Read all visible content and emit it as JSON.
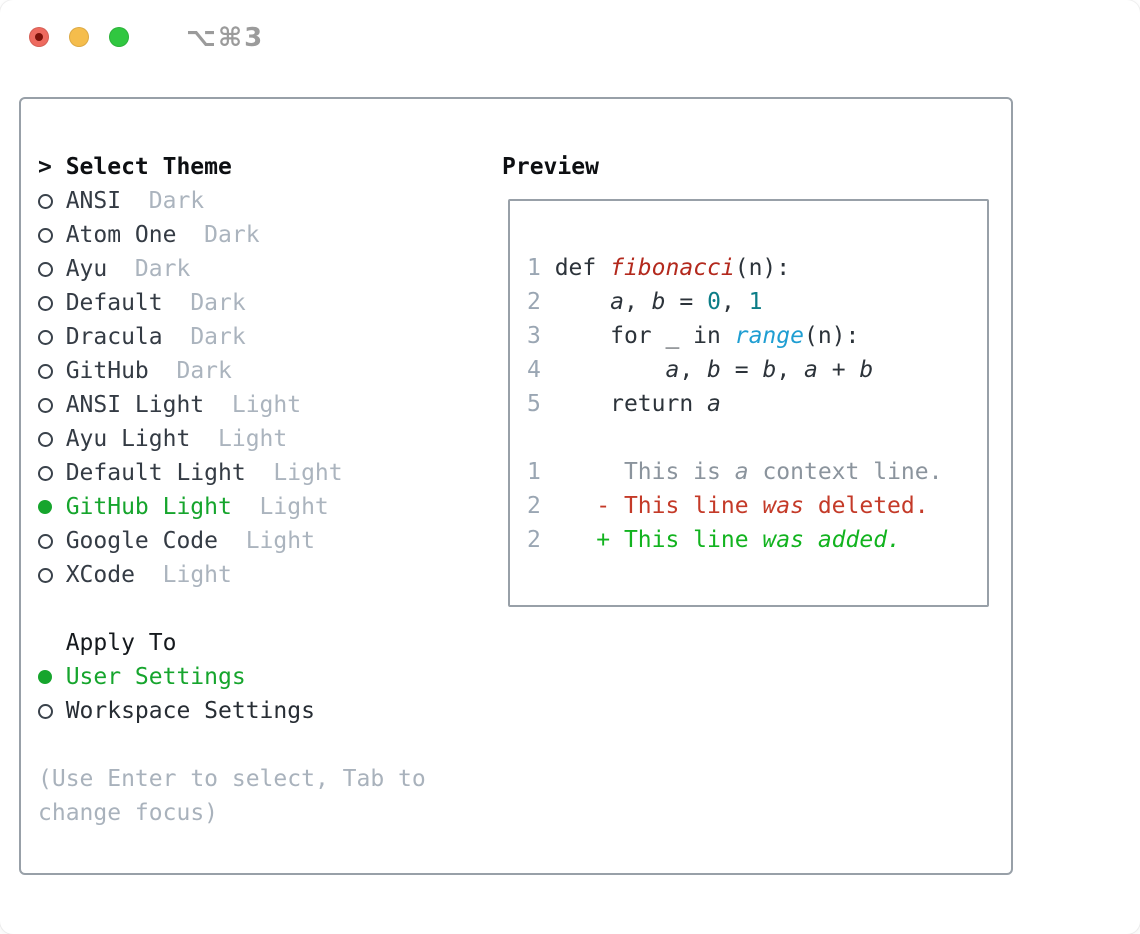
{
  "window": {
    "shortcut": "⌥⌘3",
    "traffic_lights": [
      "close",
      "minimize",
      "zoom"
    ]
  },
  "colors": {
    "accent_green": "#16a52d",
    "added_green": "#12b31f",
    "deleted_red": "#c43a28",
    "function_red": "#b3291d",
    "number_teal": "#0c7d87",
    "call_blue": "#1f9ed2",
    "border_gray": "#98a0a8",
    "muted_gray": "#abb4be"
  },
  "theme_picker": {
    "prompt": ">",
    "title": "Select Theme",
    "items": [
      {
        "name": "ANSI",
        "variant": "Dark",
        "selected": false
      },
      {
        "name": "Atom One",
        "variant": "Dark",
        "selected": false
      },
      {
        "name": "Ayu",
        "variant": "Dark",
        "selected": false
      },
      {
        "name": "Default",
        "variant": "Dark",
        "selected": false
      },
      {
        "name": "Dracula",
        "variant": "Dark",
        "selected": false
      },
      {
        "name": "GitHub",
        "variant": "Dark",
        "selected": false
      },
      {
        "name": "ANSI Light",
        "variant": "Light",
        "selected": false
      },
      {
        "name": "Ayu Light",
        "variant": "Light",
        "selected": false
      },
      {
        "name": "Default Light",
        "variant": "Light",
        "selected": false
      },
      {
        "name": "GitHub Light",
        "variant": "Light",
        "selected": true
      },
      {
        "name": "Google Code",
        "variant": "Light",
        "selected": false
      },
      {
        "name": "XCode",
        "variant": "Light",
        "selected": false
      }
    ],
    "apply_to": {
      "title": "Apply To",
      "options": [
        {
          "label": "User Settings",
          "selected": true
        },
        {
          "label": "Workspace Settings",
          "selected": false
        }
      ]
    },
    "hint": "(Use Enter to select, Tab to change focus)"
  },
  "preview": {
    "title": "Preview",
    "lines": [
      {
        "num": "1",
        "kind": "code",
        "segments": [
          [
            " def ",
            "plain"
          ],
          [
            "fibonacci",
            "function"
          ],
          [
            "(n):",
            "plain"
          ]
        ]
      },
      {
        "num": "2",
        "kind": "code",
        "segments": [
          [
            "     ",
            "plain"
          ],
          [
            "a",
            "variable"
          ],
          [
            ", ",
            "plain"
          ],
          [
            "b",
            "variable"
          ],
          [
            " = ",
            "plain"
          ],
          [
            "0",
            "number"
          ],
          [
            ", ",
            "plain"
          ],
          [
            "1",
            "number"
          ]
        ]
      },
      {
        "num": "3",
        "kind": "code",
        "segments": [
          [
            "     for _ in ",
            "plain"
          ],
          [
            "range",
            "call"
          ],
          [
            "(n):",
            "plain"
          ]
        ]
      },
      {
        "num": "4",
        "kind": "code",
        "segments": [
          [
            "         ",
            "plain"
          ],
          [
            "a",
            "variable"
          ],
          [
            ", ",
            "plain"
          ],
          [
            "b",
            "variable"
          ],
          [
            " = ",
            "plain"
          ],
          [
            "b",
            "variable"
          ],
          [
            ", ",
            "plain"
          ],
          [
            "a",
            "variable"
          ],
          [
            " + ",
            "plain"
          ],
          [
            "b",
            "variable"
          ]
        ]
      },
      {
        "num": "5",
        "kind": "code",
        "segments": [
          [
            "     return ",
            "plain"
          ],
          [
            "a",
            "variable"
          ]
        ]
      },
      {
        "num": "",
        "kind": "blank",
        "segments": []
      },
      {
        "num": "1",
        "kind": "context",
        "segments": [
          [
            "      This is ",
            "context"
          ],
          [
            "a",
            "context-em"
          ],
          [
            " context line.",
            "context"
          ]
        ]
      },
      {
        "num": "2",
        "kind": "deleted",
        "segments": [
          [
            "    ",
            "plain"
          ],
          [
            "- This line ",
            "deleted"
          ],
          [
            "was",
            "deleted-em"
          ],
          [
            " deleted.",
            "deleted"
          ]
        ]
      },
      {
        "num": "2",
        "kind": "added",
        "segments": [
          [
            "    ",
            "plain"
          ],
          [
            "+ This line ",
            "added"
          ],
          [
            "was",
            "added-em"
          ],
          [
            " ",
            "added"
          ],
          [
            "added.",
            "added-em"
          ]
        ]
      }
    ]
  }
}
